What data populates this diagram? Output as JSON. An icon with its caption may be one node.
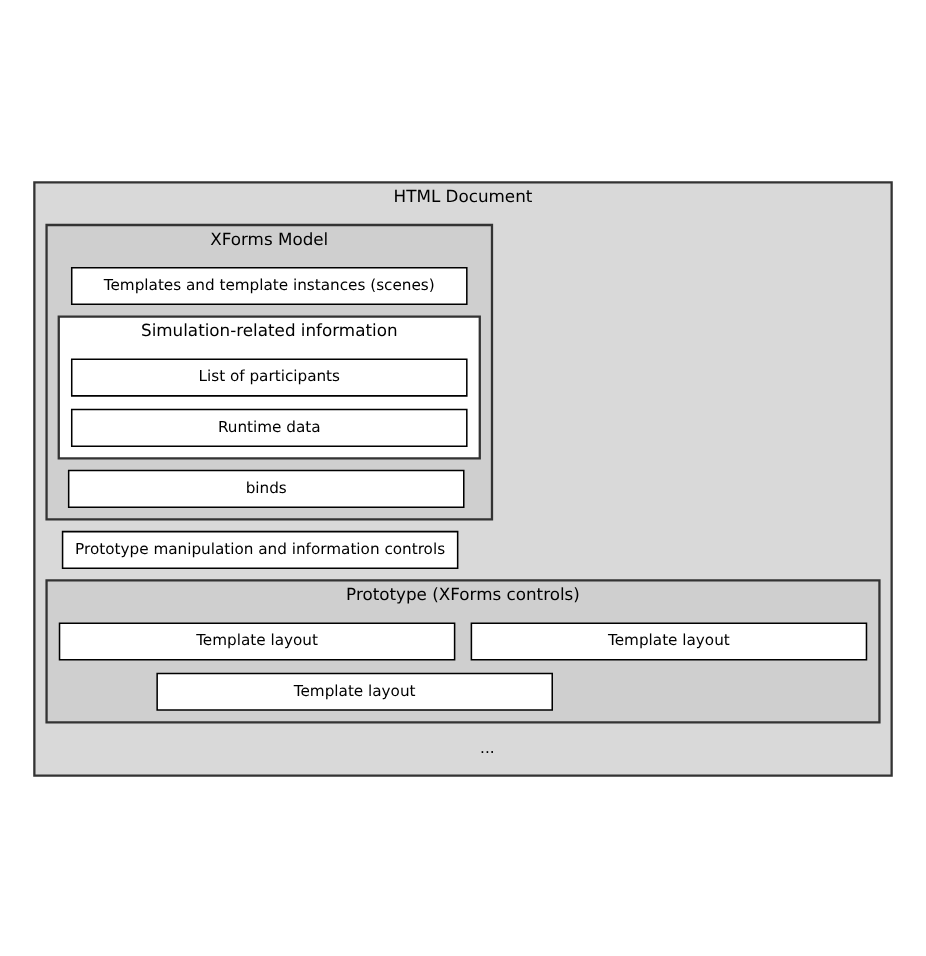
{
  "diagram": {
    "nodes": [
      {
        "text": [
          "HTML Document"
        ]
      },
      {
        "text": [
          "XForms Model"
        ],
        "in": 0
      },
      {
        "text": [
          "Templates and template instances (scenes)"
        ],
        "in": 1
      },
      {
        "text": [
          "Simulation-related information"
        ],
        "in": 1
      },
      {
        "text": [
          "List of participants"
        ],
        "in": 3
      },
      {
        "text": [
          "Runtime data"
        ],
        "in": 3
      },
      {
        "text": [
          "binds"
        ],
        "in": 1
      },
      {
        "text": [
          "Prototype manipulation and information controls"
        ],
        "in": 0
      },
      {
        "text": [
          "Prototype (XForms controls)"
        ],
        "in": 0
      },
      {
        "text": [
          "Template layout"
        ],
        "in": 8
      },
      {
        "text": [
          "Template layout"
        ],
        "in": 8
      },
      {
        "text": [
          "Template layout"
        ],
        "in": 8
      }
    ],
    "edges": [],
    "labels": [
      "..."
    ]
  }
}
